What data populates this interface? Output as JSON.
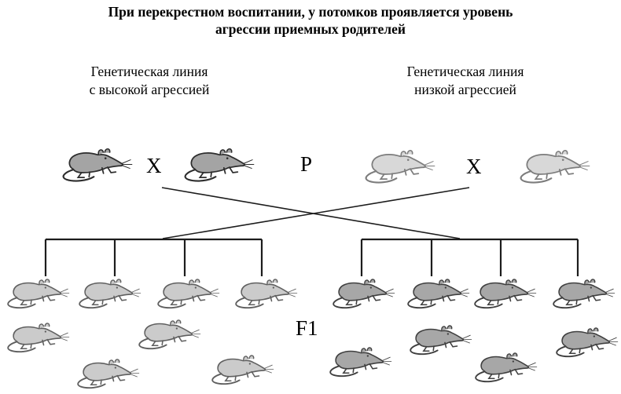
{
  "title": {
    "line1": "При перекрестном воспитании, у потомков проявляется уровень",
    "line2": "агрессии приемных родителей"
  },
  "columns": {
    "left": {
      "line1": "Генетическая линия",
      "line2": "с высокой агрессией"
    },
    "right": {
      "line1": "Генетическая линия",
      "line2": "низкой агрессией"
    }
  },
  "labels": {
    "cross_left": "X",
    "parental_generation": "P",
    "cross_right": "X",
    "offspring_generation": "F1"
  },
  "mice": {
    "parents_high_aggression_line": {
      "count": 2,
      "shade": "dark-gray"
    },
    "parents_low_aggression_line": {
      "count": 2,
      "shade": "light-gray"
    },
    "f1_left_bracket_group": {
      "count": 4,
      "shade": "light-gray"
    },
    "f1_right_bracket_group": {
      "count": 4,
      "shade": "dark-gray"
    },
    "f1_bottom_left_group": {
      "count": 4,
      "shade": "light-gray"
    },
    "f1_bottom_right_group": {
      "count": 4,
      "shade": "dark-gray"
    }
  },
  "colors": {
    "high_line_body": "#a4a4a4",
    "high_line_outline": "#2d2d2d",
    "low_line_body": "#d8d8d8",
    "low_line_outline": "#7d7d7d",
    "f1_light_body": "#cbcbcb",
    "f1_light_outline": "#5f5f5f",
    "f1_dark_body": "#a7a7a7",
    "f1_dark_outline": "#3f3f3f",
    "connector_line": "#1c1c1c",
    "text_color": "#000000",
    "background": "#ffffff"
  }
}
